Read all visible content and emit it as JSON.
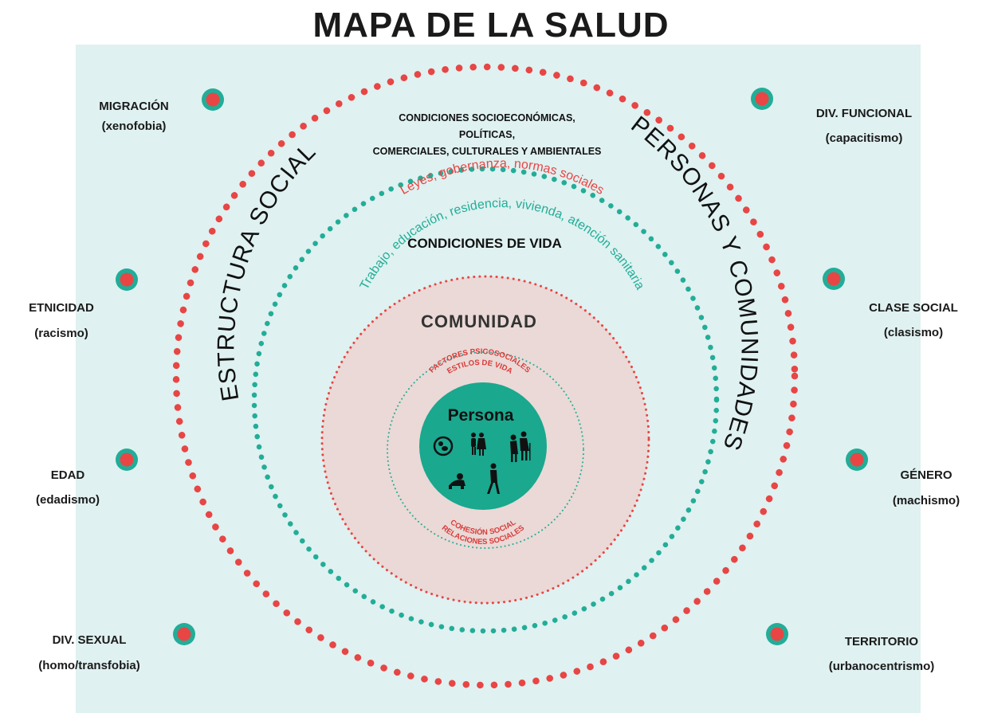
{
  "title": "MAPA DE LA SALUD",
  "arc_left": "ESTRUCTURA SOCIAL",
  "arc_right": "PERSONAS Y COMUNIDADES",
  "outer_conditions": {
    "line1": "CONDICIONES SOCIOECONÓMICAS,",
    "line2": "POLÍTICAS,",
    "line3": "COMERCIALES, CULTURALES Y AMBIENTALES"
  },
  "laws_arc": "Leyes, gobernanza, normas sociales",
  "living": {
    "heading": "CONDICIONES DE VIDA",
    "arc": "Trabajo, educación, residencia, vivienda, atención sanitaria"
  },
  "community": {
    "heading": "COMUNIDAD",
    "top_arc_1": "FACTORES PSICOSOCIALES",
    "top_arc_2": "ESTILOS DE VIDA",
    "bottom_arc_1": "COHESIÓN SOCIAL",
    "bottom_arc_2": "RELACIONES SOCIALES"
  },
  "person": {
    "label": "Persona"
  },
  "factors": [
    {
      "id": "migracion",
      "label": "MIGRACIÓN",
      "sub": "(xenofobia)"
    },
    {
      "id": "etnicidad",
      "label": "ETNICIDAD",
      "sub": "(racismo)"
    },
    {
      "id": "edad",
      "label": "EDAD",
      "sub": "(edadismo)"
    },
    {
      "id": "div-sexual",
      "label": "DIV. SEXUAL",
      "sub": "(homo/transfobia)"
    },
    {
      "id": "div-funcional",
      "label": "DIV. FUNCIONAL",
      "sub": "(capacitismo)"
    },
    {
      "id": "clase-social",
      "label": "CLASE SOCIAL",
      "sub": "(clasismo)"
    },
    {
      "id": "genero",
      "label": "GÉNERO",
      "sub": "(machismo)"
    },
    {
      "id": "territorio",
      "label": "TERRITORIO",
      "sub": "(urbanocentrismo)"
    }
  ],
  "colors": {
    "red": "#e84545",
    "teal": "#22ad98",
    "panel": "#dff1f0",
    "community_fill": "#ead9d6",
    "person_fill": "#1aa88f"
  }
}
